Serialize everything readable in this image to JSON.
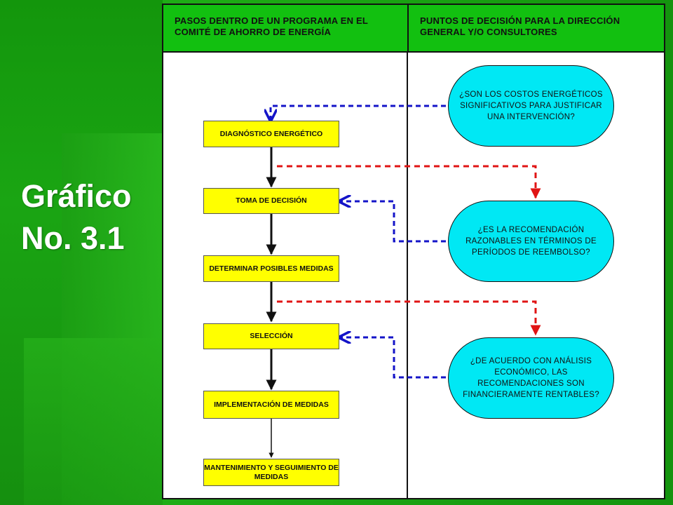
{
  "slide": {
    "title_line1": "Gráfico",
    "title_line2": "No. 3.1"
  },
  "headers": {
    "left": "PASOS DENTRO DE UN PROGRAMA EN EL COMITÉ DE AHORRO DE ENERGÍA",
    "right": "PUNTOS DE DECISIÓN PARA LA DIRECCIÓN GENERAL Y/O CONSULTORES"
  },
  "steps": [
    "DIAGNÓSTICO ENERGÉTICO",
    "TOMA DE DECISIÓN",
    "DETERMINAR POSIBLES MEDIDAS",
    "SELECCIÓN",
    "IMPLEMENTACIÓN DE MEDIDAS",
    "MANTENIMIENTO Y SEGUIMIENTO DE MEDIDAS"
  ],
  "decisions": [
    "¿SON LOS COSTOS ENERGÉTICOS SIGNIFICATIVOS PARA JUSTIFICAR UNA INTERVENCIÓN?",
    "¿ES LA RECOMENDACIÓN RAZONABLES EN TÉRMINOS DE PERÍODOS DE REEMBOLSO?",
    "¿DE ACUERDO CON ANÁLISIS ECONÓMICO, LAS RECOMENDACIONES SON FINANCIERAMENTE RENTABLES?"
  ],
  "colors": {
    "background": "#14940e",
    "header": "#12c010",
    "step_fill": "#ffff00",
    "decision_fill": "#00e8f4",
    "return_arrow": "#1414c8",
    "forward_arrow": "#e01414"
  }
}
